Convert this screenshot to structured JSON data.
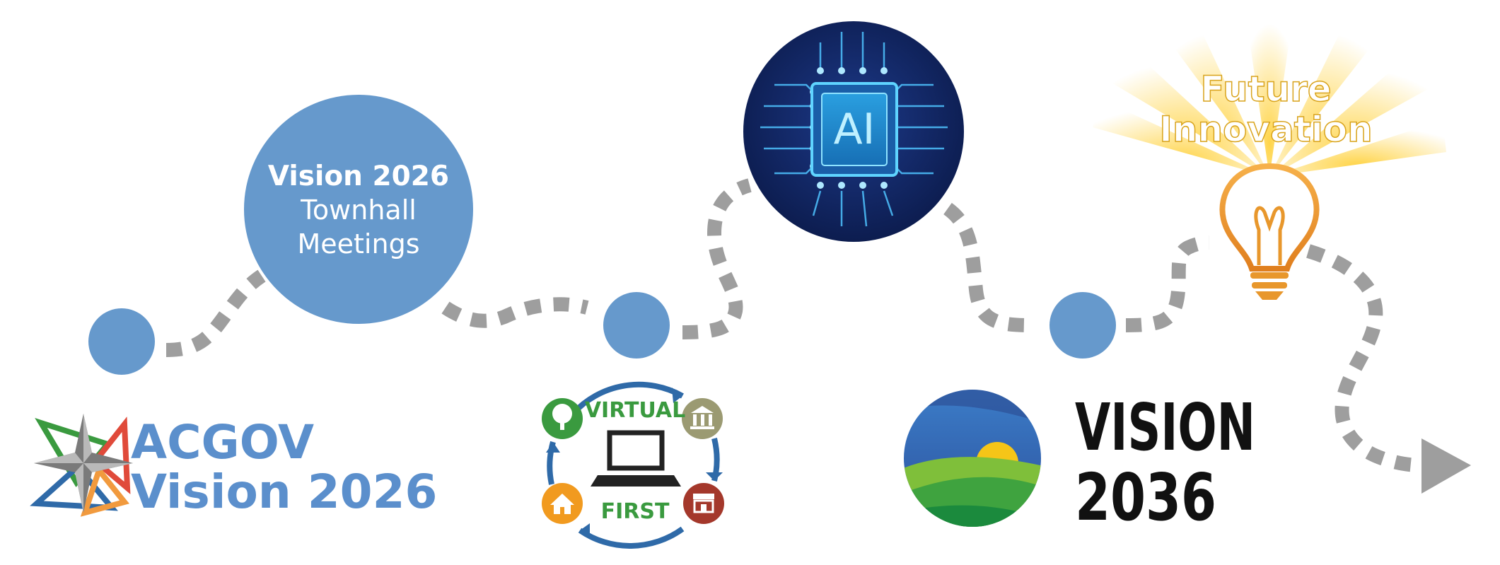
{
  "colors": {
    "node_blue": "#6699cc",
    "path_gray": "#9e9e9e",
    "acgov_blue": "#5b8fcc",
    "virtual_green": "#3a9a3f",
    "arrow_blue": "#2f6aa8",
    "chip_navy": "#0b1a4a",
    "glow_blue": "#5fd4ff",
    "vision2036_black": "#111111",
    "bulb_orange": "#e8972c",
    "ray_yellow": "#ffcf3a"
  },
  "townhall": {
    "title": "Vision 2026",
    "line1": "Townhall",
    "line2": "Meetings"
  },
  "acgov": {
    "line1": "ACGOV",
    "line2": "Vision 2026",
    "icon": "compass-star-icon"
  },
  "virtual_first": {
    "top": "VIRTUAL",
    "bottom": "FIRST",
    "icons": [
      "tree-icon",
      "bank-icon",
      "store-icon",
      "home-icon",
      "laptop-icon"
    ]
  },
  "ai_chip": {
    "label": "AI"
  },
  "vision2036": {
    "line1": "VISION",
    "line2": "2036"
  },
  "future": {
    "line1": "Future",
    "line2": "Innovation",
    "icon": "lightbulb-icon"
  }
}
